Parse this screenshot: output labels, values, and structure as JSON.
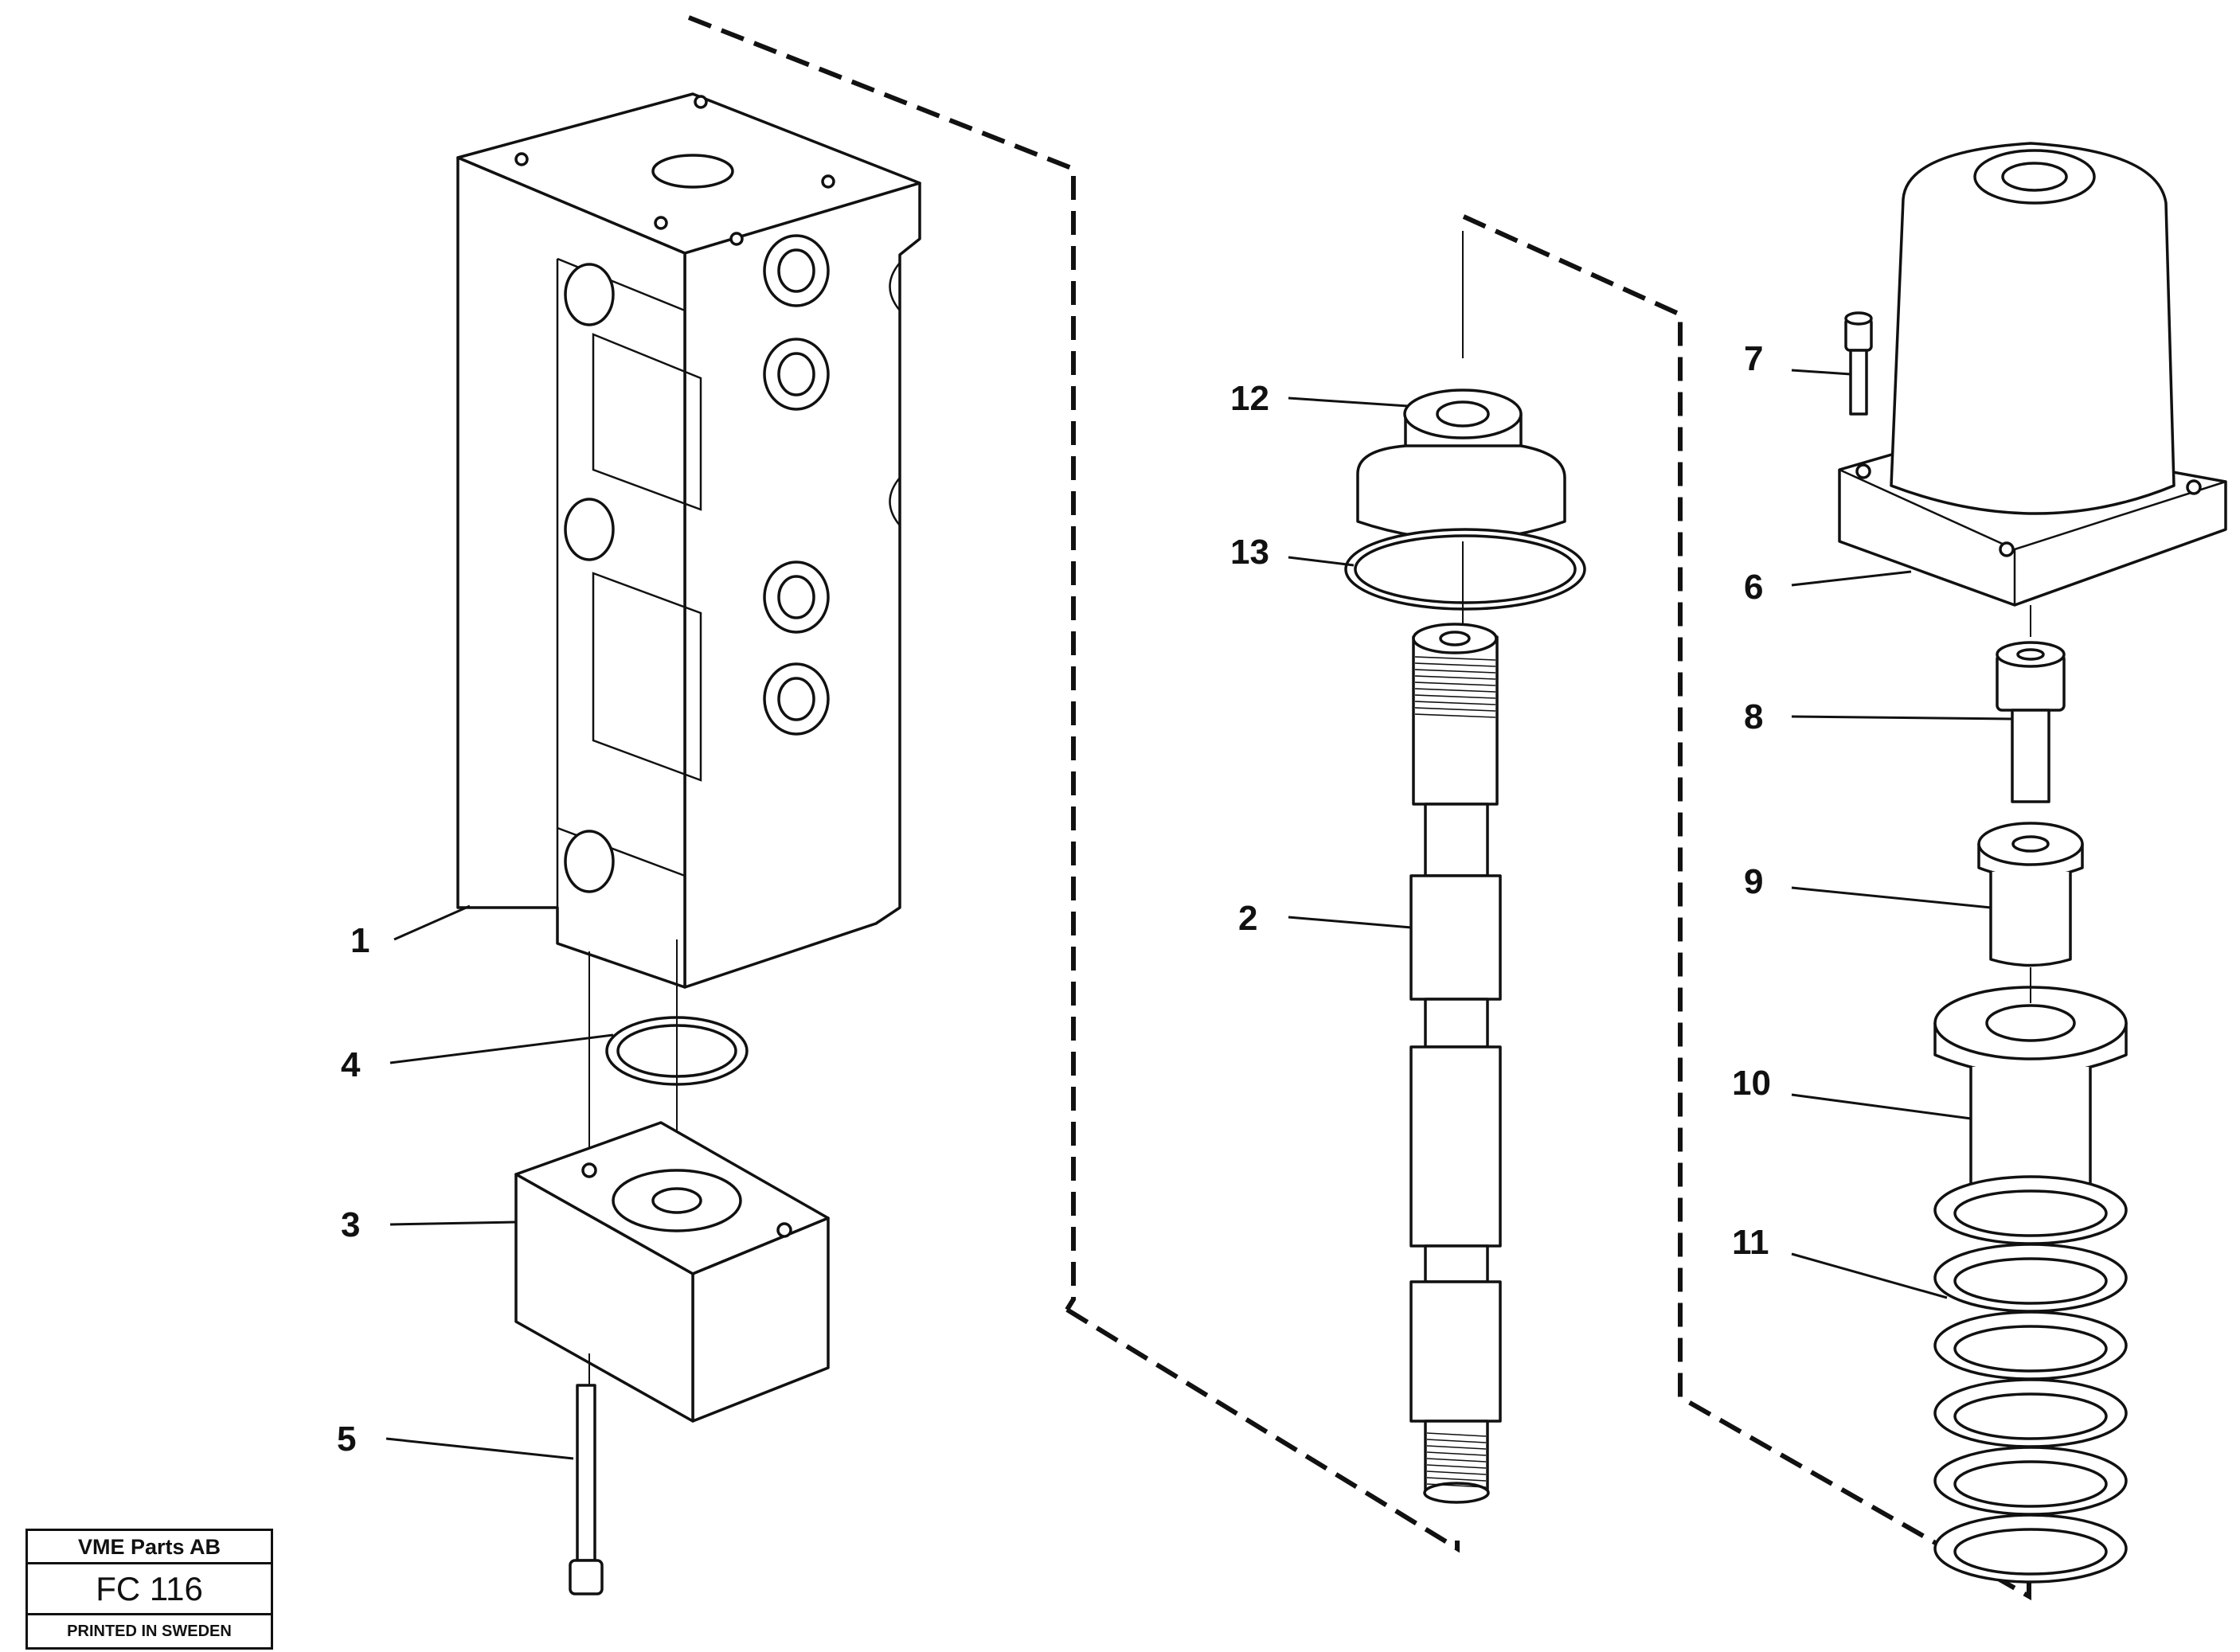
{
  "callouts": [
    {
      "id": "1",
      "label": "1"
    },
    {
      "id": "2",
      "label": "2"
    },
    {
      "id": "3",
      "label": "3"
    },
    {
      "id": "4",
      "label": "4"
    },
    {
      "id": "5",
      "label": "5"
    },
    {
      "id": "6",
      "label": "6"
    },
    {
      "id": "7",
      "label": "7"
    },
    {
      "id": "8",
      "label": "8"
    },
    {
      "id": "9",
      "label": "9"
    },
    {
      "id": "10",
      "label": "10"
    },
    {
      "id": "11",
      "label": "11"
    },
    {
      "id": "12",
      "label": "12"
    },
    {
      "id": "13",
      "label": "13"
    }
  ],
  "title_block": {
    "company": "VME Parts AB",
    "code": "FC 116",
    "printed": "PRINTED IN SWEDEN"
  }
}
